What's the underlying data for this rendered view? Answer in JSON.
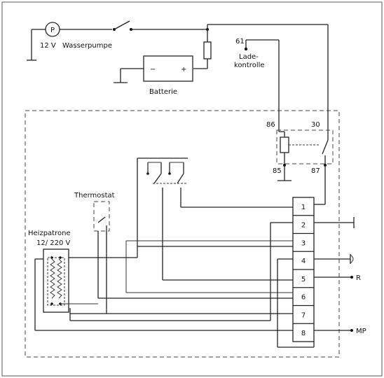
{
  "labels": {
    "pump_symbol": "P",
    "pump_voltage": "12 V",
    "pump_name": "Wasserpumpe",
    "battery_minus": "−",
    "battery_plus": "+",
    "battery_name": "Batterie",
    "lamp_terminal": "61",
    "lamp_name_1": "Lade-",
    "lamp_name_2": "kontrolle",
    "relay_86": "86",
    "relay_30": "30",
    "relay_85": "85",
    "relay_87": "87",
    "thermostat": "Thermostat",
    "heater_1": "Heizpatrone",
    "heater_2": "12/ 220 V",
    "out_r": "R",
    "out_mp": "MP"
  },
  "terminals": [
    "1",
    "2",
    "3",
    "4",
    "5",
    "6",
    "7",
    "8"
  ]
}
